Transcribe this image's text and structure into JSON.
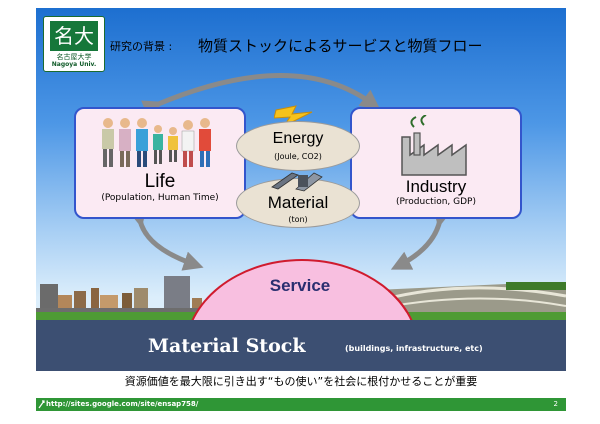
{
  "header": {
    "logo_text": "名古屋大学",
    "logo_en": "Nagoya Univ.",
    "title_small": "研究の背景 :",
    "title_large": "物質ストックによるサービスと物質フロー"
  },
  "nodes": {
    "life": {
      "label": "Life",
      "sub": "(Population, Human Time)"
    },
    "industry": {
      "label": "Industry",
      "sub": "(Production, GDP)"
    },
    "energy": {
      "label": "Energy",
      "sub": "(Joule, CO2)"
    },
    "material": {
      "label": "Material",
      "sub": "(ton)"
    },
    "service": {
      "label": "Service"
    },
    "stock": {
      "label": "Material Stock",
      "sub": "(buildings, infrastructure, etc)"
    }
  },
  "caption": "資源価値を最大限に引き出す“もの使い”を社会に根付かせることが重要",
  "footer": {
    "url": "http://sites.google.com/site/ensap758/",
    "page": "2",
    "icon": "link-icon"
  },
  "colors": {
    "box_border": "#3355cc",
    "box_fill": "#fbeaf3",
    "service_border": "#d01b2e",
    "stock_band": "#3c4f72",
    "footer": "#2f9636"
  }
}
